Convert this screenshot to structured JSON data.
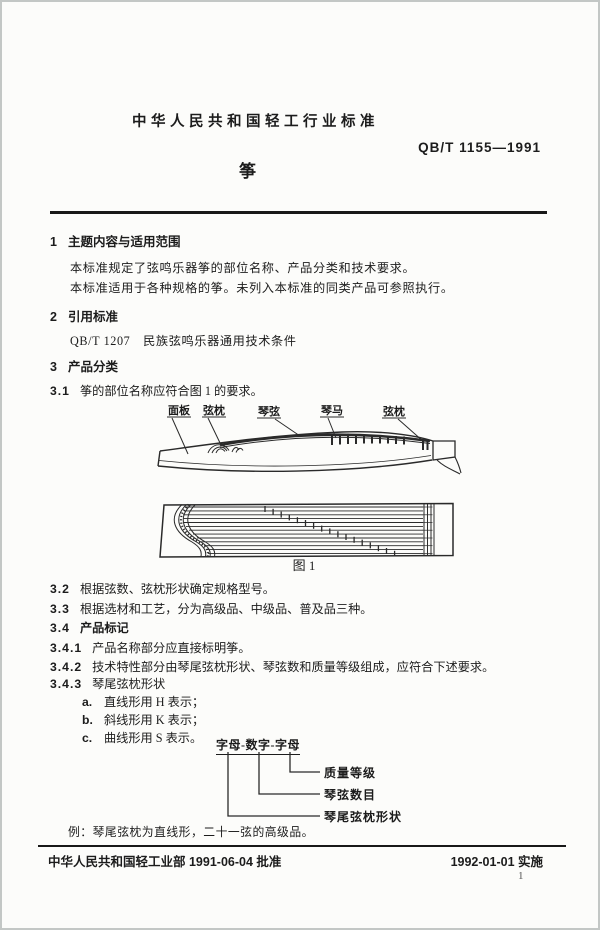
{
  "colors": {
    "ink": "#1c1c1c",
    "paper": "#fcfcfa"
  },
  "header": {
    "standard_org_line": "中华人民共和国轻工行业标准",
    "standard_code": "QB/T 1155—1991",
    "title": "筝"
  },
  "clause1": {
    "number": "1",
    "heading": "主题内容与适用范围",
    "para1": "本标准规定了弦鸣乐器筝的部位名称、产品分类和技术要求。",
    "para2": "本标准适用于各种规格的筝。未列入本标准的同类产品可参照执行。"
  },
  "clause2": {
    "number": "2",
    "heading": "引用标准",
    "reference": "QB/T 1207　民族弦鸣乐器通用技术条件"
  },
  "clause3": {
    "number": "3",
    "heading": "产品分类",
    "c31_number": "3.1",
    "c31_text": "筝的部位名称应符合图 1 的要求。",
    "figure": {
      "caption": "图 1",
      "label_mianban": "面板",
      "label_xianzhen_left": "弦枕",
      "label_qinxian": "琴弦",
      "label_qinma": "琴马",
      "label_xianzhen_right": "弦枕"
    },
    "c32_number": "3.2",
    "c32_text": "根据弦数、弦枕形状确定规格型号。",
    "c33_number": "3.3",
    "c33_text": "根据选材和工艺，分为高级品、中级品、普及品三种。",
    "c34_number": "3.4",
    "c34_text": "产品标记",
    "c341_number": "3.4.1",
    "c341_text": "产品名称部分应直接标明筝。",
    "c342_number": "3.4.2",
    "c342_text": "技术特性部分由琴尾弦枕形状、琴弦数和质量等级组成，应符合下述要求。",
    "c343_number": "3.4.3",
    "c343_text": "琴尾弦枕形状",
    "item_a_letter": "a.",
    "item_a_text": "直线形用 H 表示；",
    "item_b_letter": "b.",
    "item_b_text": "斜线形用 K 表示；",
    "item_c_letter": "c.",
    "item_c_text": "曲线形用 S 表示。",
    "marking": {
      "formula": "字母-数字-字母",
      "label_quality": "质量等级",
      "label_strings": "琴弦数目",
      "label_nut_shape": "琴尾弦枕形状"
    },
    "example": "例：琴尾弦枕为直线形，二十一弦的高级品。"
  },
  "footer": {
    "approval": "中华人民共和国轻工业部 1991-06-04 批准",
    "implementation": "1992-01-01 实施",
    "page_number": "1"
  }
}
